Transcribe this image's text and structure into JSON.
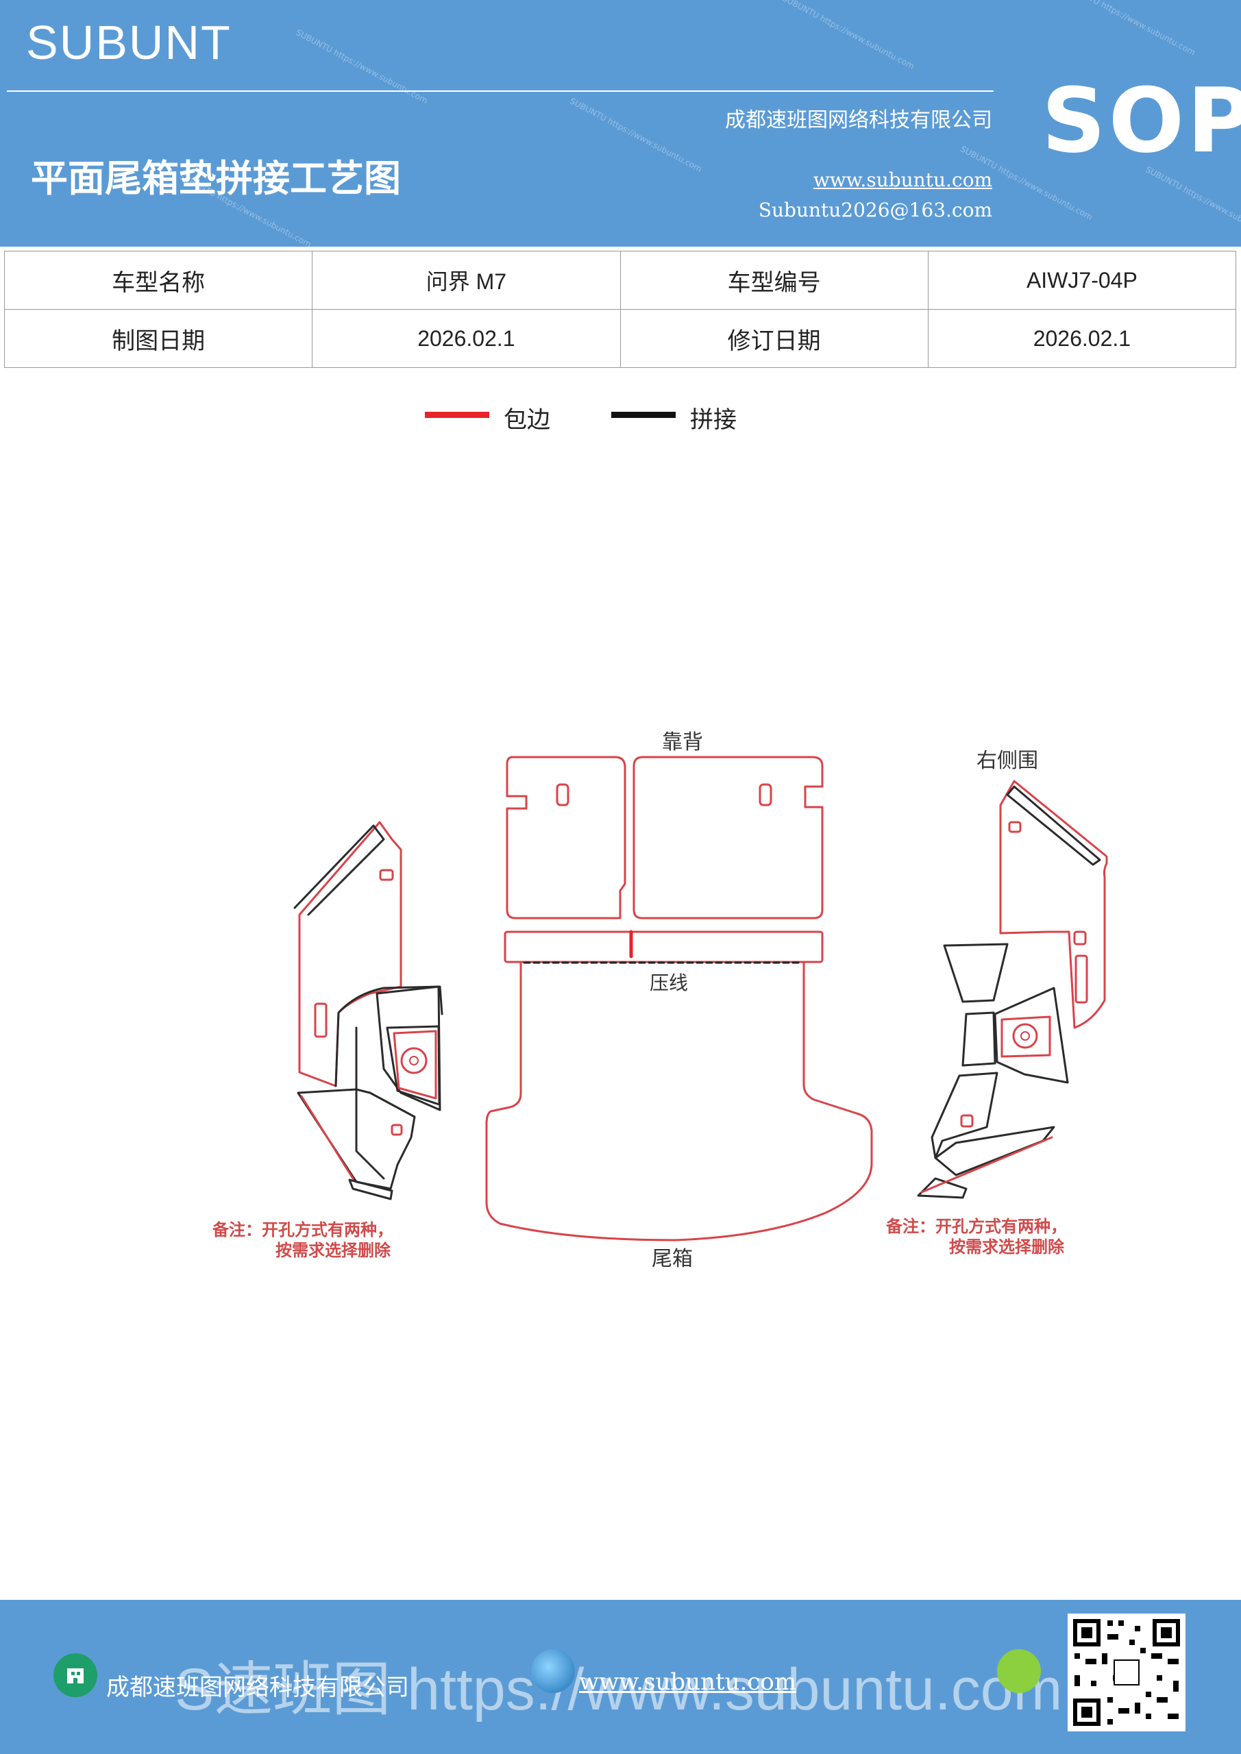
{
  "header": {
    "brand": "SUBUNT",
    "company": "成都速班图网络科技有限公司",
    "title": "平面尾箱垫拼接工艺图",
    "website": "www.subuntu.com",
    "email": "Subuntu2026@163.com",
    "badge": "SOP",
    "watermark_text": "SUBUNTU https://www.subuntu.com"
  },
  "info_table": {
    "rows": [
      [
        "车型名称",
        "问界 M7",
        "车型编号",
        "AIWJ7-04P"
      ],
      [
        "制图日期",
        "2026.02.1",
        "修订日期",
        "2026.02.1"
      ]
    ]
  },
  "legend": {
    "items": [
      {
        "label": "包边",
        "color": "#e8232a"
      },
      {
        "label": "拼接",
        "color": "#111111"
      }
    ]
  },
  "diagram": {
    "labels": {
      "backrest": "靠背",
      "right_side": "右侧围",
      "press_line": "压线",
      "trunk": "尾箱"
    },
    "note_left": [
      "备注：开孔方式有两种，",
      "按需求选择删除"
    ],
    "note_right": [
      "备注：开孔方式有两种，",
      "按需求选择删除"
    ],
    "colors": {
      "edge": "#d9434a",
      "seam": "#2b2b2b"
    }
  },
  "footer": {
    "company": "成都速班图网络科技有限公司",
    "website": "www.subuntu.com",
    "overlay_text": "S速班图 https://www.subuntu.com"
  }
}
